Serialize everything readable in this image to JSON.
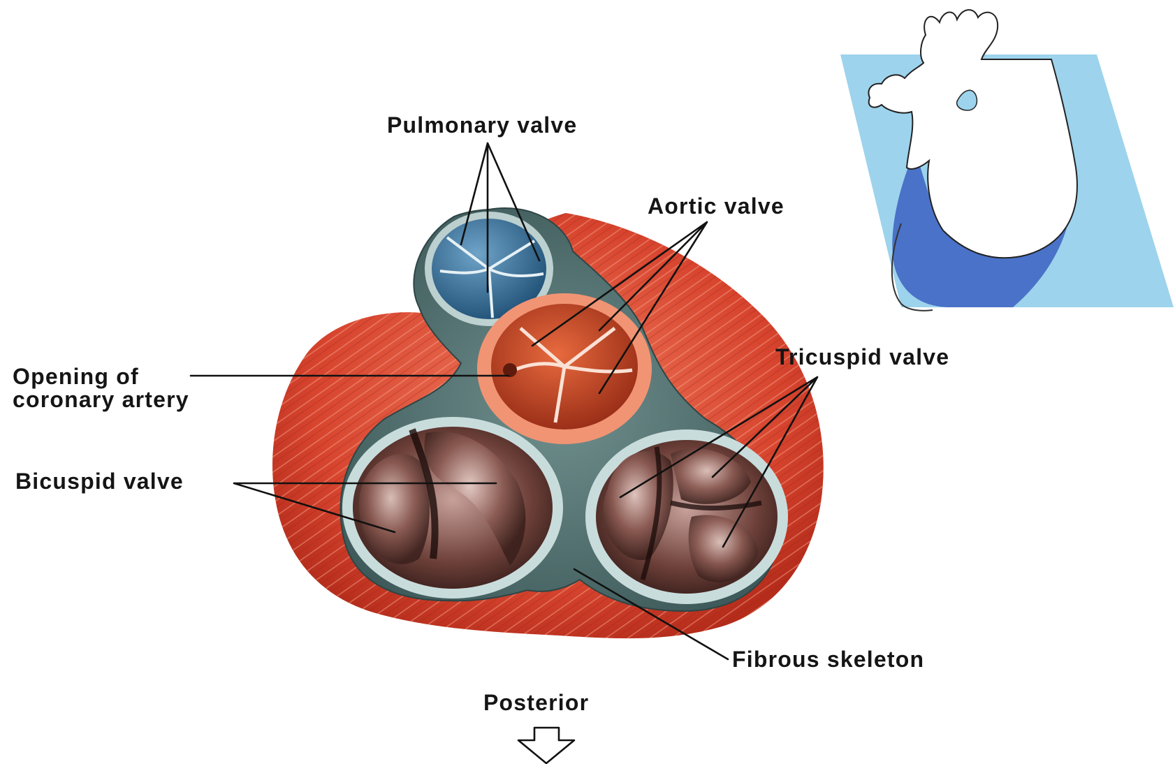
{
  "labels": {
    "pulmonary_valve": "Pulmonary valve",
    "aortic_valve": "Aortic valve",
    "tricuspid_valve": "Tricuspid valve",
    "opening_coronary_line1": "Opening of",
    "opening_coronary_line2": "coronary artery",
    "bicuspid_valve": "Bicuspid valve",
    "fibrous_skeleton": "Fibrous skeleton",
    "posterior": "Posterior"
  },
  "icons": {
    "orientation_arrow": "down-arrow-outline",
    "reference_view": "heart-section-plane-thumbnail"
  },
  "colors": {
    "muscle": "#d8452f",
    "muscle_light": "#ee7a5c",
    "fibrous_skeleton": "#4e6d6c",
    "fibrous_rim": "#c9dcdc",
    "pulmonary": "#3a6f98",
    "aortic": "#b8391d",
    "atrioventricular": "#5b3530",
    "plane_light_blue": "#9dd3ec",
    "plane_dark_blue": "#4a72c8"
  }
}
